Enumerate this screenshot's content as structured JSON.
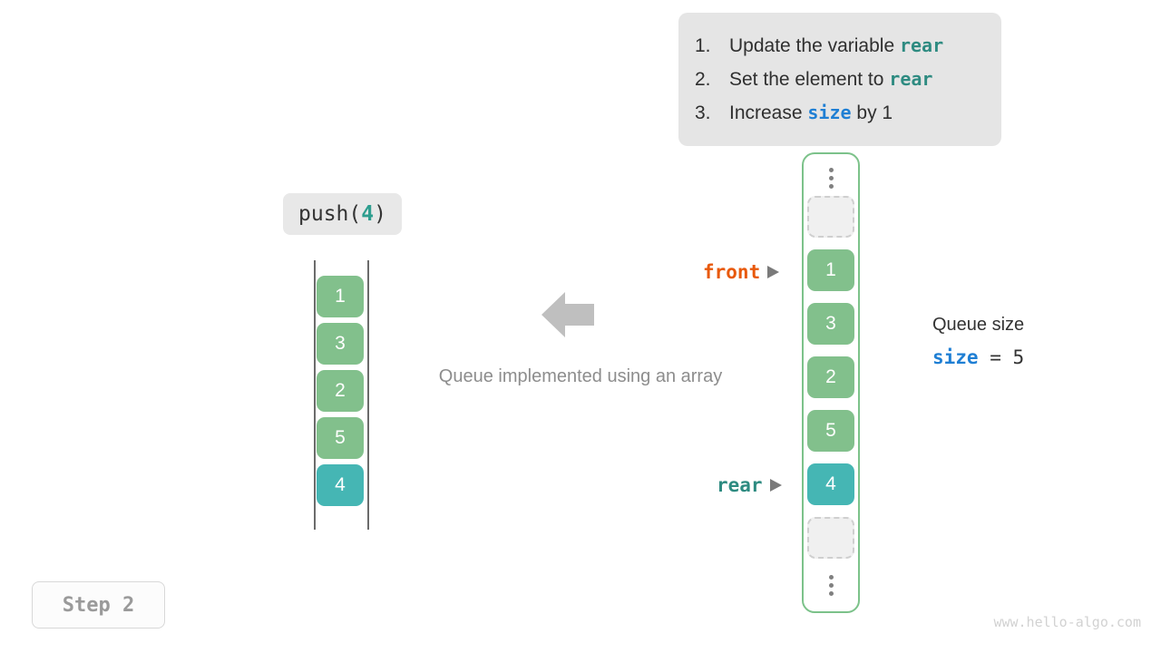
{
  "steps_box": {
    "items": [
      {
        "num": "1.",
        "pre": "Update the variable ",
        "code": "rear",
        "code_style": "teal",
        "post": ""
      },
      {
        "num": "2.",
        "pre": "Set the element to ",
        "code": "rear",
        "code_style": "teal",
        "post": ""
      },
      {
        "num": "3.",
        "pre": "Increase ",
        "code": "size",
        "code_style": "blue",
        "post": " by 1"
      }
    ]
  },
  "operation": {
    "label_prefix": "push(",
    "label_arg": "4",
    "label_suffix": ")"
  },
  "caption": "Queue implemented using an array",
  "left_queue": {
    "cells": [
      {
        "value": "1",
        "kind": "green"
      },
      {
        "value": "3",
        "kind": "green"
      },
      {
        "value": "2",
        "kind": "green"
      },
      {
        "value": "5",
        "kind": "green"
      },
      {
        "value": "4",
        "kind": "teal"
      }
    ]
  },
  "right_queue": {
    "cells": [
      {
        "value": "",
        "kind": "dots"
      },
      {
        "value": "",
        "kind": "empty"
      },
      {
        "value": "1",
        "kind": "green"
      },
      {
        "value": "3",
        "kind": "green"
      },
      {
        "value": "2",
        "kind": "green"
      },
      {
        "value": "5",
        "kind": "green"
      },
      {
        "value": "4",
        "kind": "teal"
      },
      {
        "value": "",
        "kind": "empty"
      },
      {
        "value": "",
        "kind": "dots"
      }
    ]
  },
  "pointers": {
    "front": "front",
    "rear": "rear"
  },
  "size_info": {
    "title": "Queue size",
    "var": "size",
    "equals": " = ",
    "value": "5"
  },
  "step_badge": "Step 2",
  "watermark": "www.hello-algo.com",
  "colors": {
    "green": "#82c08c",
    "teal": "#45b6b4",
    "front": "#e8590c",
    "rear": "#2e8b81",
    "size": "#1f7fd4",
    "container_border": "#7cc28a",
    "box_bg": "#e5e5e5"
  }
}
